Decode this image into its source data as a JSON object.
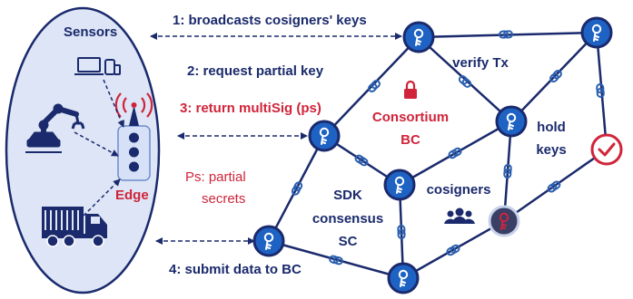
{
  "sensors_label": "Sensors",
  "edge_label": "Edge",
  "steps": {
    "step1": "1: broadcasts cosigners' keys",
    "step2": "2: request partial key",
    "step3": "3: return multiSig (ps)",
    "step4": "4: submit data to BC"
  },
  "ps_note": {
    "line1": "Ps: partial",
    "line2": "secrets"
  },
  "consortium": {
    "line1": "Consortium",
    "line2": "BC"
  },
  "verify_label": "verify Tx",
  "hold_keys": {
    "line1": "hold",
    "line2": "keys"
  },
  "cosigners_label": "cosigners",
  "sdk_label": {
    "line1": "SDK",
    "line2": "consensus",
    "line3": "SC"
  },
  "colors": {
    "navy": "#1a2a6c",
    "node_blue": "#1e63c4",
    "ellipse_fill": "#dde5f6",
    "edge_box_fill": "#d6e1f7",
    "red": "#d0243a",
    "chain_blue": "#2a5fb0",
    "dark_node": "#3a3f66"
  },
  "icons": [
    "lock-icon",
    "check-icon",
    "group-icon",
    "key-icon",
    "chain-link-icon",
    "robot-arm-icon",
    "devices-icon",
    "truck-icon",
    "antenna-icon"
  ]
}
